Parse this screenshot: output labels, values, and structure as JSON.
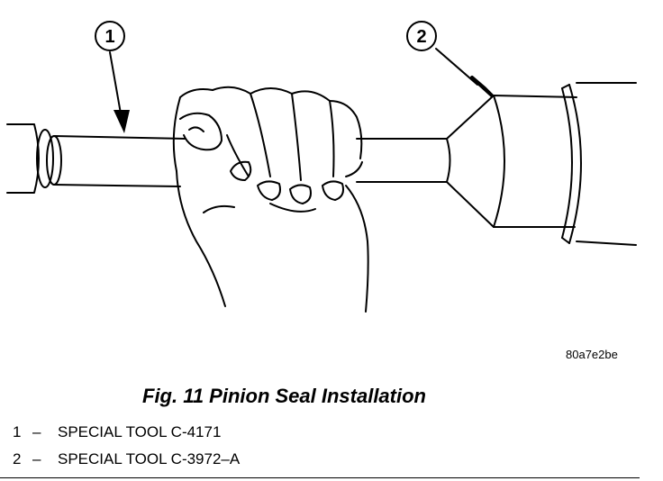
{
  "callouts": [
    {
      "number": "1",
      "target": "special-tool-c-4171"
    },
    {
      "number": "2",
      "target": "special-tool-c-3972-a"
    }
  ],
  "image_code": "80a7e2be",
  "caption": "Fig. 11 Pinion Seal Installation",
  "legend": [
    {
      "number": "1",
      "dash": "–",
      "text": "SPECIAL TOOL C-4171"
    },
    {
      "number": "2",
      "dash": "–",
      "text": "SPECIAL TOOL C-3972–A"
    }
  ],
  "colors": {
    "line": "#000000",
    "background": "#ffffff"
  }
}
